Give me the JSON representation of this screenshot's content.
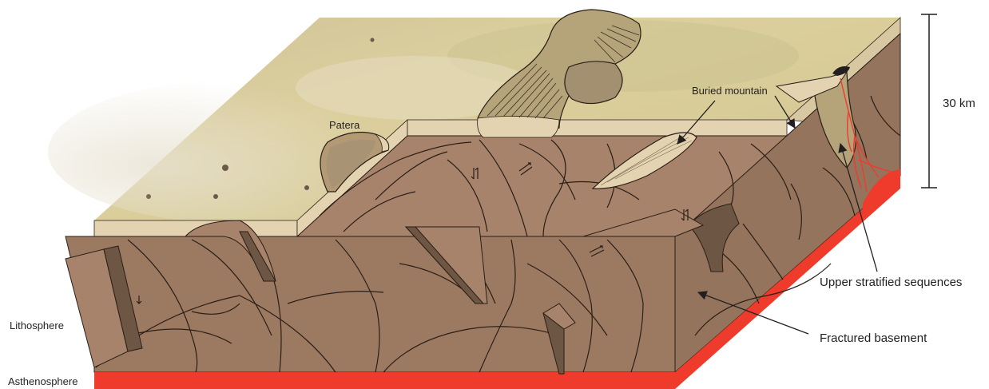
{
  "diagram": {
    "labels": {
      "scale": "30 km",
      "patera": "Patera",
      "buried_mountain": "Buried mountain",
      "upper_stratified": "Upper stratified sequences",
      "fractured_basement": "Fractured basement",
      "lithosphere": "Lithosphere",
      "asthenosphere": "Asthenosphere"
    },
    "colors": {
      "crust_front": "#9c7a62",
      "crust_side": "#94745c",
      "crust_top": "#a6836a",
      "strata": "#e3d3b0",
      "asthenosphere": "#ee3b2b",
      "surface": "#d9cd9a",
      "fault_line": "#2a1e16"
    }
  }
}
